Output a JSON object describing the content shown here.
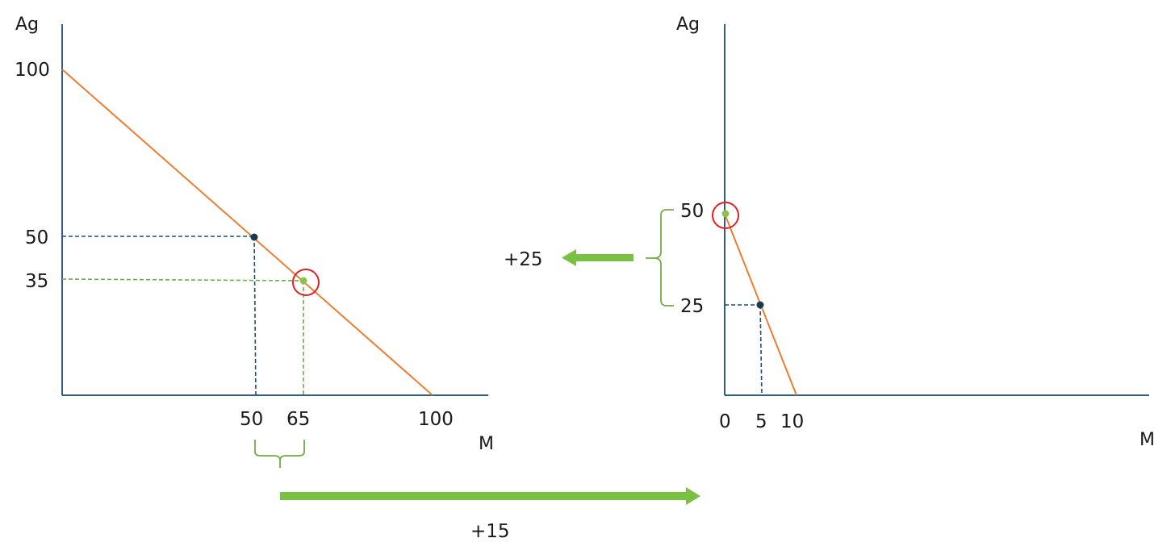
{
  "colors": {
    "axis": "#2e5d8a",
    "line": "#ee7d31",
    "blue_guide": "#1f4e79",
    "green": "#70ad47",
    "arrow_green": "#7ac143",
    "highlight_circle": "#e02020",
    "point_dark": "#1b3a4f"
  },
  "icons": {
    "left_arrow": "arrow-left-icon",
    "right_arrow": "arrow-right-icon",
    "brace": "curly-brace-icon",
    "highlight": "circle-highlight-icon"
  },
  "left_graph": {
    "y_axis_label": "Ag",
    "x_axis_label": "M",
    "y_ticks": [
      "100",
      "50",
      "35"
    ],
    "x_ticks": [
      "50",
      "65",
      "100"
    ],
    "line": {
      "from": [
        0,
        100
      ],
      "to": [
        100,
        0
      ]
    },
    "point_original": {
      "m": 50,
      "ag": 50
    },
    "point_new": {
      "m": 65,
      "ag": 35
    }
  },
  "right_graph": {
    "y_axis_label": "Ag",
    "x_axis_label": "M",
    "y_ticks": [
      "50",
      "25"
    ],
    "x_ticks": [
      "0",
      "5",
      "10"
    ],
    "line": {
      "from": [
        0,
        50
      ],
      "to": [
        10,
        0
      ]
    },
    "point_original": {
      "m": 5,
      "ag": 25
    },
    "point_new": {
      "m": 0,
      "ag": 50
    }
  },
  "annotations": {
    "left_change": "+25",
    "bottom_change": "+15"
  }
}
